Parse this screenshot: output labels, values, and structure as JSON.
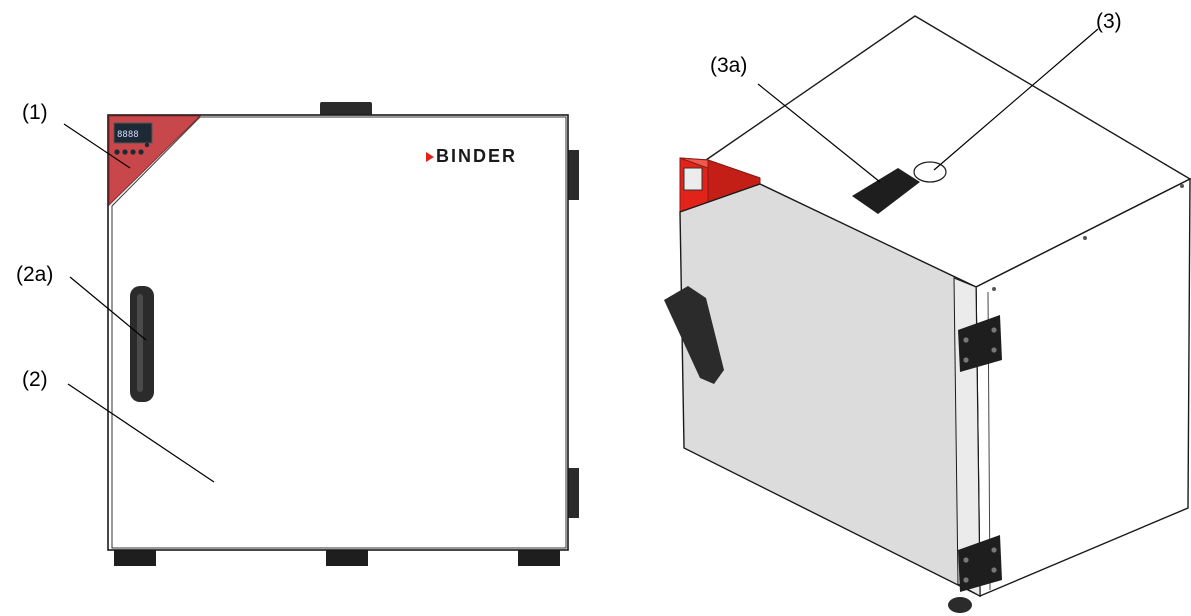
{
  "figure": {
    "callouts": {
      "controller": "(1)",
      "door": "(2)",
      "door_handle": "(2a)",
      "exhaust_duct": "(3)",
      "exhaust_flap": "(3a)"
    },
    "brand": "BINDER",
    "display_readout": "8888",
    "colors": {
      "accent_red": "#c8474a",
      "red_bright": "#e2231a",
      "door_gray": "#dcdcdc",
      "outline": "#1a1a1a",
      "handle": "#2b2b2b"
    }
  }
}
